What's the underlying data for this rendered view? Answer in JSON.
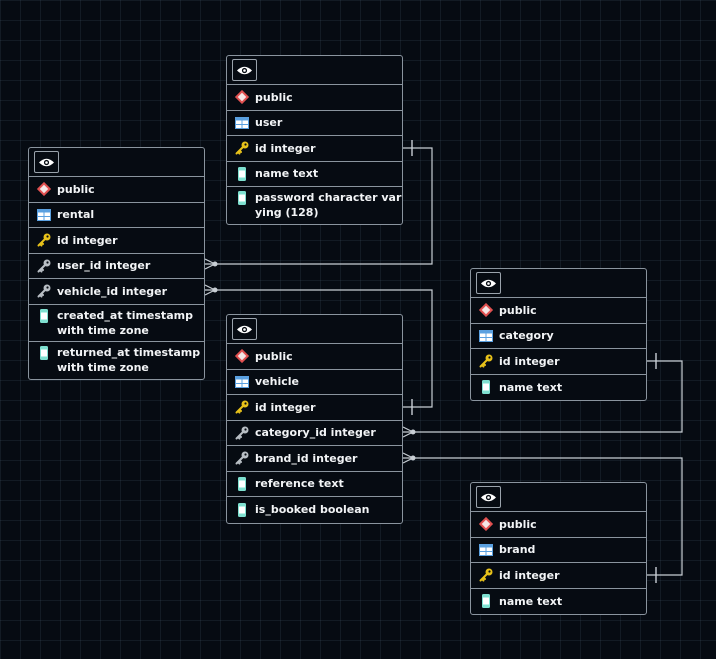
{
  "diagram": {
    "tables": {
      "user": {
        "schema": "public",
        "name": "user",
        "columns": [
          {
            "label": "id integer",
            "kind": "primary-key"
          },
          {
            "label": "name text",
            "kind": "column"
          },
          {
            "label": "password character varying (128)",
            "kind": "column"
          }
        ]
      },
      "rental": {
        "schema": "public",
        "name": "rental",
        "columns": [
          {
            "label": "id integer",
            "kind": "primary-key"
          },
          {
            "label": "user_id integer",
            "kind": "foreign-key"
          },
          {
            "label": "vehicle_id integer",
            "kind": "foreign-key"
          },
          {
            "label": "created_at timestamp with time zone",
            "kind": "column"
          },
          {
            "label": "returned_at timestamp with time zone",
            "kind": "column"
          }
        ]
      },
      "vehicle": {
        "schema": "public",
        "name": "vehicle",
        "columns": [
          {
            "label": "id integer",
            "kind": "primary-key"
          },
          {
            "label": "category_id integer",
            "kind": "foreign-key"
          },
          {
            "label": "brand_id integer",
            "kind": "foreign-key"
          },
          {
            "label": "reference text",
            "kind": "column"
          },
          {
            "label": "is_booked boolean",
            "kind": "column"
          }
        ]
      },
      "category": {
        "schema": "public",
        "name": "category",
        "columns": [
          {
            "label": "id integer",
            "kind": "primary-key"
          },
          {
            "label": "name text",
            "kind": "column"
          }
        ]
      },
      "brand": {
        "schema": "public",
        "name": "brand",
        "columns": [
          {
            "label": "id integer",
            "kind": "primary-key"
          },
          {
            "label": "name text",
            "kind": "column"
          }
        ]
      }
    },
    "relations": [
      {
        "from": "rental.user_id",
        "to": "user.id"
      },
      {
        "from": "rental.vehicle_id",
        "to": "vehicle.id"
      },
      {
        "from": "vehicle.category_id",
        "to": "category.id"
      },
      {
        "from": "vehicle.brand_id",
        "to": "brand.id"
      }
    ],
    "colors": {
      "background": "#060b12",
      "grid": "#3a4a5a",
      "border": "#8a949e",
      "text": "#f2f4f6",
      "connector": "#c8ced4",
      "key_primary": "#e8c21a",
      "key_foreign": "#b8bec4",
      "schema_icon": "#e05050",
      "table_icon": "#5aa0e0",
      "column_icon": "#7ee0d0"
    },
    "icons": {
      "view": "eye-icon",
      "schema": "diamond-icon",
      "table": "table-icon",
      "primary_key": "key-icon",
      "foreign_key": "key-icon",
      "column": "column-icon"
    }
  }
}
